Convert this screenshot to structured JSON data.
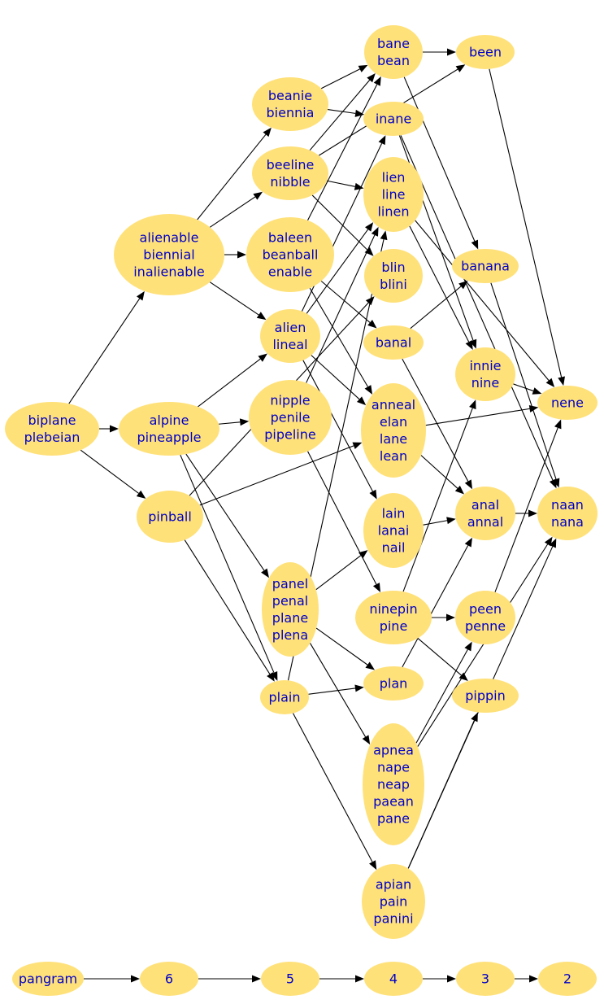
{
  "colors": {
    "node_fill": "#ffe17a",
    "label": "#0000c8",
    "edge": "#000000",
    "background": "#ffffff"
  },
  "nodes": [
    {
      "id": "biplane",
      "lines": [
        "biplane",
        "plebeian"
      ]
    },
    {
      "id": "alienable",
      "lines": [
        "alienable",
        "biennial",
        "inalienable"
      ]
    },
    {
      "id": "alpine",
      "lines": [
        "alpine",
        "pineapple"
      ]
    },
    {
      "id": "pinball",
      "lines": [
        "pinball"
      ]
    },
    {
      "id": "beanie",
      "lines": [
        "beanie",
        "biennia"
      ]
    },
    {
      "id": "beeline",
      "lines": [
        "beeline",
        "nibble"
      ]
    },
    {
      "id": "baleen",
      "lines": [
        "baleen",
        "beanball",
        "enable"
      ]
    },
    {
      "id": "alien",
      "lines": [
        "alien",
        "lineal"
      ]
    },
    {
      "id": "nipple",
      "lines": [
        "nipple",
        "penile",
        "pipeline"
      ]
    },
    {
      "id": "panel",
      "lines": [
        "panel",
        "penal",
        "plane",
        "plena"
      ]
    },
    {
      "id": "plain",
      "lines": [
        "plain"
      ]
    },
    {
      "id": "bane",
      "lines": [
        "bane",
        "bean"
      ]
    },
    {
      "id": "inane",
      "lines": [
        "inane"
      ]
    },
    {
      "id": "lien",
      "lines": [
        "lien",
        "line",
        "linen"
      ]
    },
    {
      "id": "blin",
      "lines": [
        "blin",
        "blini"
      ]
    },
    {
      "id": "banal",
      "lines": [
        "banal"
      ]
    },
    {
      "id": "anneal",
      "lines": [
        "anneal",
        "elan",
        "lane",
        "lean"
      ]
    },
    {
      "id": "lain",
      "lines": [
        "lain",
        "lanai",
        "nail"
      ]
    },
    {
      "id": "ninepin",
      "lines": [
        "ninepin",
        "pine"
      ]
    },
    {
      "id": "plan",
      "lines": [
        "plan"
      ]
    },
    {
      "id": "apnea",
      "lines": [
        "apnea",
        "nape",
        "neap",
        "paean",
        "pane"
      ]
    },
    {
      "id": "apian",
      "lines": [
        "apian",
        "pain",
        "panini"
      ]
    },
    {
      "id": "been",
      "lines": [
        "been"
      ]
    },
    {
      "id": "banana",
      "lines": [
        "banana"
      ]
    },
    {
      "id": "innie",
      "lines": [
        "innie",
        "nine"
      ]
    },
    {
      "id": "anal",
      "lines": [
        "anal",
        "annal"
      ]
    },
    {
      "id": "peen",
      "lines": [
        "peen",
        "penne"
      ]
    },
    {
      "id": "pippin",
      "lines": [
        "pippin"
      ]
    },
    {
      "id": "nene",
      "lines": [
        "nene"
      ]
    },
    {
      "id": "naan",
      "lines": [
        "naan",
        "nana"
      ]
    },
    {
      "id": "pangram",
      "lines": [
        "pangram"
      ]
    },
    {
      "id": "n6",
      "lines": [
        "6"
      ]
    },
    {
      "id": "n5",
      "lines": [
        "5"
      ]
    },
    {
      "id": "n4",
      "lines": [
        "4"
      ]
    },
    {
      "id": "n3",
      "lines": [
        "3"
      ]
    },
    {
      "id": "n2",
      "lines": [
        "2"
      ]
    }
  ],
  "edges": [
    [
      "biplane",
      "alienable"
    ],
    [
      "biplane",
      "alpine"
    ],
    [
      "biplane",
      "pinball"
    ],
    [
      "alienable",
      "beanie"
    ],
    [
      "alienable",
      "beeline"
    ],
    [
      "alienable",
      "baleen"
    ],
    [
      "alienable",
      "alien"
    ],
    [
      "alpine",
      "alien"
    ],
    [
      "alpine",
      "nipple"
    ],
    [
      "alpine",
      "panel"
    ],
    [
      "alpine",
      "plain"
    ],
    [
      "pinball",
      "anneal"
    ],
    [
      "pinball",
      "blin"
    ],
    [
      "pinball",
      "plain"
    ],
    [
      "beanie",
      "bane"
    ],
    [
      "beanie",
      "inane"
    ],
    [
      "beeline",
      "lien"
    ],
    [
      "beeline",
      "blin"
    ],
    [
      "beeline",
      "bane"
    ],
    [
      "beeline",
      "been"
    ],
    [
      "baleen",
      "bane"
    ],
    [
      "baleen",
      "banal"
    ],
    [
      "baleen",
      "anneal"
    ],
    [
      "alien",
      "inane"
    ],
    [
      "alien",
      "lien"
    ],
    [
      "alien",
      "anneal"
    ],
    [
      "alien",
      "lain"
    ],
    [
      "nipple",
      "lien"
    ],
    [
      "nipple",
      "ninepin"
    ],
    [
      "panel",
      "lain"
    ],
    [
      "panel",
      "plan"
    ],
    [
      "panel",
      "apnea"
    ],
    [
      "plain",
      "lien"
    ],
    [
      "plain",
      "plan"
    ],
    [
      "plain",
      "apian"
    ],
    [
      "bane",
      "been"
    ],
    [
      "bane",
      "banana"
    ],
    [
      "inane",
      "innie"
    ],
    [
      "inane",
      "naan"
    ],
    [
      "lien",
      "nene"
    ],
    [
      "lien",
      "innie"
    ],
    [
      "banal",
      "banana"
    ],
    [
      "banal",
      "anal"
    ],
    [
      "anneal",
      "nene"
    ],
    [
      "anneal",
      "anal"
    ],
    [
      "lain",
      "anal"
    ],
    [
      "ninepin",
      "innie"
    ],
    [
      "ninepin",
      "peen"
    ],
    [
      "ninepin",
      "pippin"
    ],
    [
      "plan",
      "anal"
    ],
    [
      "apnea",
      "peen"
    ],
    [
      "apnea",
      "naan"
    ],
    [
      "apian",
      "pippin"
    ],
    [
      "apian",
      "naan"
    ],
    [
      "been",
      "nene"
    ],
    [
      "banana",
      "naan"
    ],
    [
      "innie",
      "nene"
    ],
    [
      "anal",
      "naan"
    ],
    [
      "peen",
      "nene"
    ],
    [
      "pangram",
      "n6"
    ],
    [
      "n6",
      "n5"
    ],
    [
      "n5",
      "n4"
    ],
    [
      "n4",
      "n3"
    ],
    [
      "n3",
      "n2"
    ]
  ]
}
